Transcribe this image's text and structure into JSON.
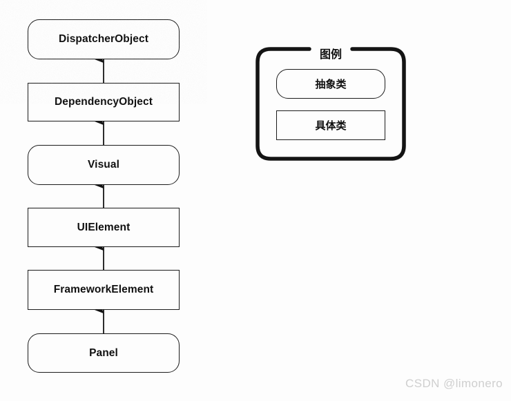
{
  "figure": {
    "kind": "uml-class-hierarchy",
    "background_color": "#fdfdfd",
    "line_color": "#1b1b1b",
    "text_color": "#101010"
  },
  "hierarchy": {
    "relation": "inherits-from",
    "arrow_direction": "child-points-to-parent",
    "nodes": [
      {
        "label": "DispatcherObject",
        "stereotype": "abstract"
      },
      {
        "label": "DependencyObject",
        "stereotype": "concrete"
      },
      {
        "label": "Visual",
        "stereotype": "abstract"
      },
      {
        "label": "UIElement",
        "stereotype": "concrete"
      },
      {
        "label": "FrameworkElement",
        "stereotype": "concrete"
      },
      {
        "label": "Panel",
        "stereotype": "abstract"
      }
    ]
  },
  "legend": {
    "title": "图例",
    "items": [
      {
        "label": "抽象类",
        "stereotype": "abstract"
      },
      {
        "label": "具体类",
        "stereotype": "concrete"
      }
    ]
  },
  "watermark": {
    "text": "CSDN @limonero",
    "color": "#cfcfcf"
  },
  "caption": {
    "text": ""
  }
}
